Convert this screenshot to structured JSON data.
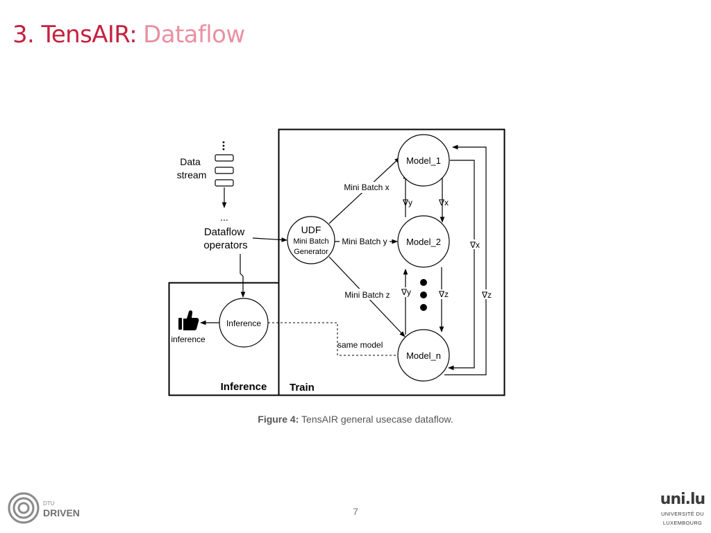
{
  "slide": {
    "title_main": "3. TensAIR:",
    "title_sub": "Dataflow",
    "page_number": "7"
  },
  "diagram": {
    "data_stream": {
      "line1": "Data",
      "line2": "stream",
      "ellipsis_bottom": "..."
    },
    "dataflow_operators": {
      "line1": "Dataflow",
      "line2": "operators"
    },
    "udf": {
      "line1": "UDF",
      "line2": "Mini Batch",
      "line3": "Generator"
    },
    "mini_batches": {
      "x": "Mini Batch x",
      "y": "Mini Batch y",
      "z": "Mini Batch z"
    },
    "models": {
      "m1": "Model_1",
      "m2": "Model_2",
      "mn": "Model_n"
    },
    "gradients": {
      "y1": "∇y",
      "x1": "∇x",
      "y2": "∇y",
      "z2": "∇z",
      "x_outer": "∇x",
      "z_outer": "∇z"
    },
    "inference_node": "Inference",
    "inference_output": "inference",
    "same_model": "same model",
    "panels": {
      "train": "Train",
      "inference": "Inference"
    }
  },
  "caption": {
    "label": "Figure 4:",
    "text": "TensAIR general usecase dataflow."
  },
  "logos": {
    "left": {
      "line1": "DTU",
      "line2": "DRIVEN"
    },
    "right": {
      "mark": "uni.lu",
      "line1": "UNIVERSITÉ DU",
      "line2": "LUXEMBOURG"
    }
  },
  "colors": {
    "title_main": "#c6213f",
    "title_sub": "#e990a3",
    "caption": "#555555"
  }
}
